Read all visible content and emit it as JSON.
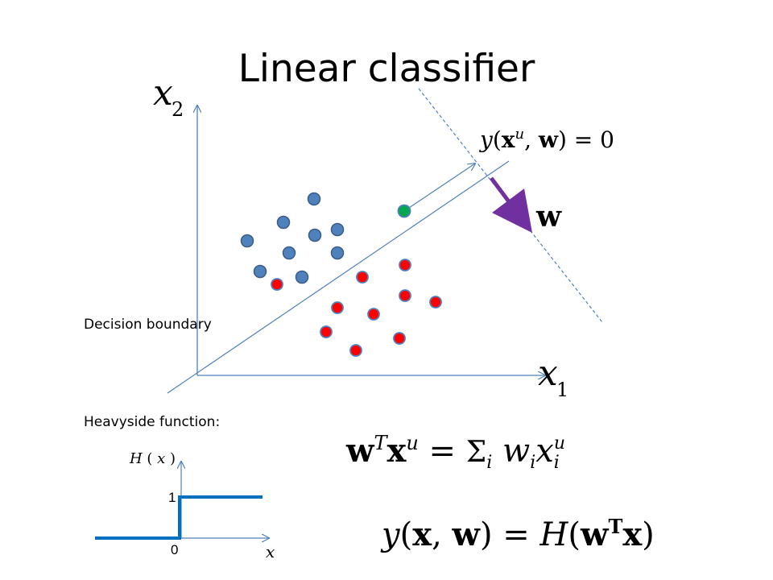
{
  "title": "Linear classifier",
  "labels": {
    "decision_boundary": "Decision boundary",
    "heavyside": "Heavyside function:",
    "x2_axis": "x",
    "x2_sub": "2",
    "x1_axis": "x",
    "x1_sub": "1",
    "w_vector": "w",
    "boundary_eq": "y(x^u, w) = 0",
    "h_axis": "H(x)",
    "h_x_axis": "x",
    "h_tick_1": "1",
    "h_tick_0": "0"
  },
  "formulas": {
    "dot_product": "w^T x^u = Σ_i w_i x_i^u",
    "model": "y(x, w) = H(w^T x)"
  },
  "colors": {
    "blue_point": "#4f81bd",
    "red_point": "#ff0000",
    "green_point": "#00a650",
    "axis": "#4f81bd",
    "w_arrow": "#7030a0",
    "step": "#0070c0"
  }
}
